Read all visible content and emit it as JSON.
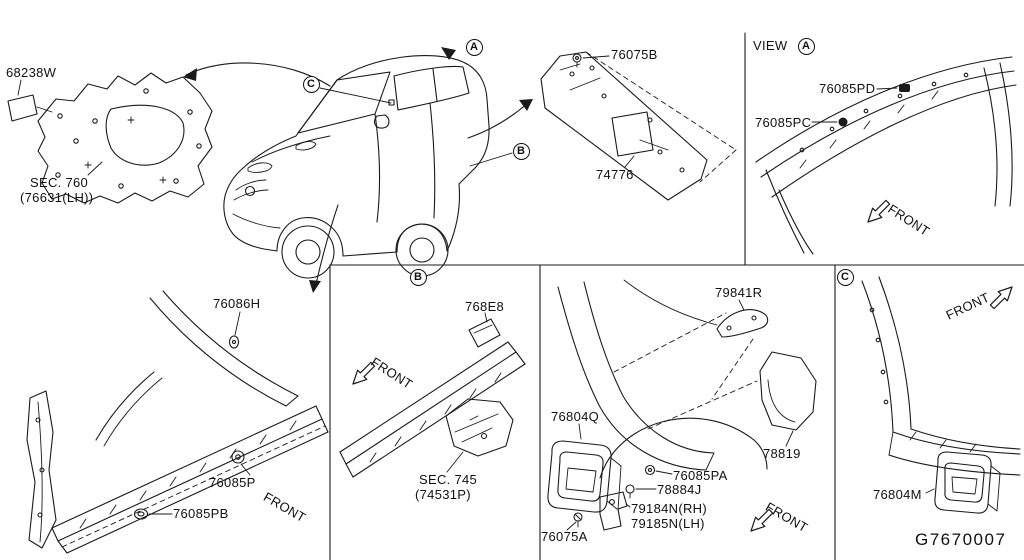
{
  "diagram": {
    "code": "G7670007",
    "view_label": "VIEW",
    "front_label": "FRONT"
  },
  "callouts": {
    "a": "A",
    "b": "B",
    "c": "C"
  },
  "labels": {
    "p68238W": "68238W",
    "sec760": "SEC. 760",
    "sec760_ref": "(76631(LH))",
    "p76075B": "76075B",
    "p74776": "74776",
    "p76085PD": "76085PD",
    "p76085PC": "76085PC",
    "p76086H": "76086H",
    "p768E8": "768E8",
    "sec745": "SEC. 745",
    "sec745_ref": "(74531P)",
    "p76085P": "76085P",
    "p76085PB": "76085PB",
    "p79841R": "79841R",
    "p76804Q": "76804Q",
    "p78819": "78819",
    "p76085PA": "76085PA",
    "p78884J": "78884J",
    "p76075A": "76075A",
    "p79184N": "79184N(RH)",
    "p79185N": "79185N(LH)",
    "p76804M": "76804M"
  }
}
